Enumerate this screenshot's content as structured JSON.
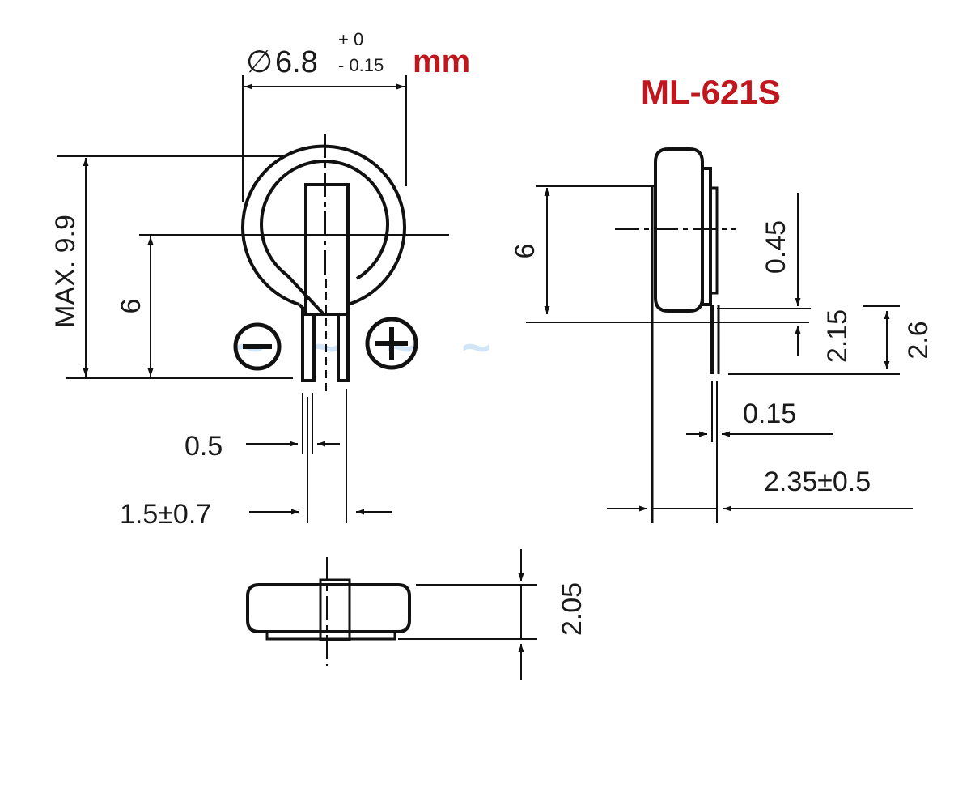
{
  "title": {
    "model": "ML-621S",
    "unit": "mm",
    "color": "#c0161d"
  },
  "front_view": {
    "diameter": {
      "symbol": "∅",
      "value": "6.8",
      "tol_upper": "+ 0",
      "tol_lower": "- 0.15"
    },
    "max_height": "MAX. 9.9",
    "center_height": "6",
    "pin_width": "0.5",
    "pin_pitch": "1.5±0.7",
    "negative_symbol": "⊖",
    "positive_symbol": "⊕"
  },
  "side_view": {
    "body_height": "6",
    "tab_gap": "0.45",
    "pin_offset": "2.15",
    "pin_length": "2.6",
    "tab_thickness": "0.15",
    "overall_width": "2.35±0.5"
  },
  "bottom_view": {
    "thickness": "2.05"
  },
  "watermark": {
    "color": "#7fb6e6"
  }
}
